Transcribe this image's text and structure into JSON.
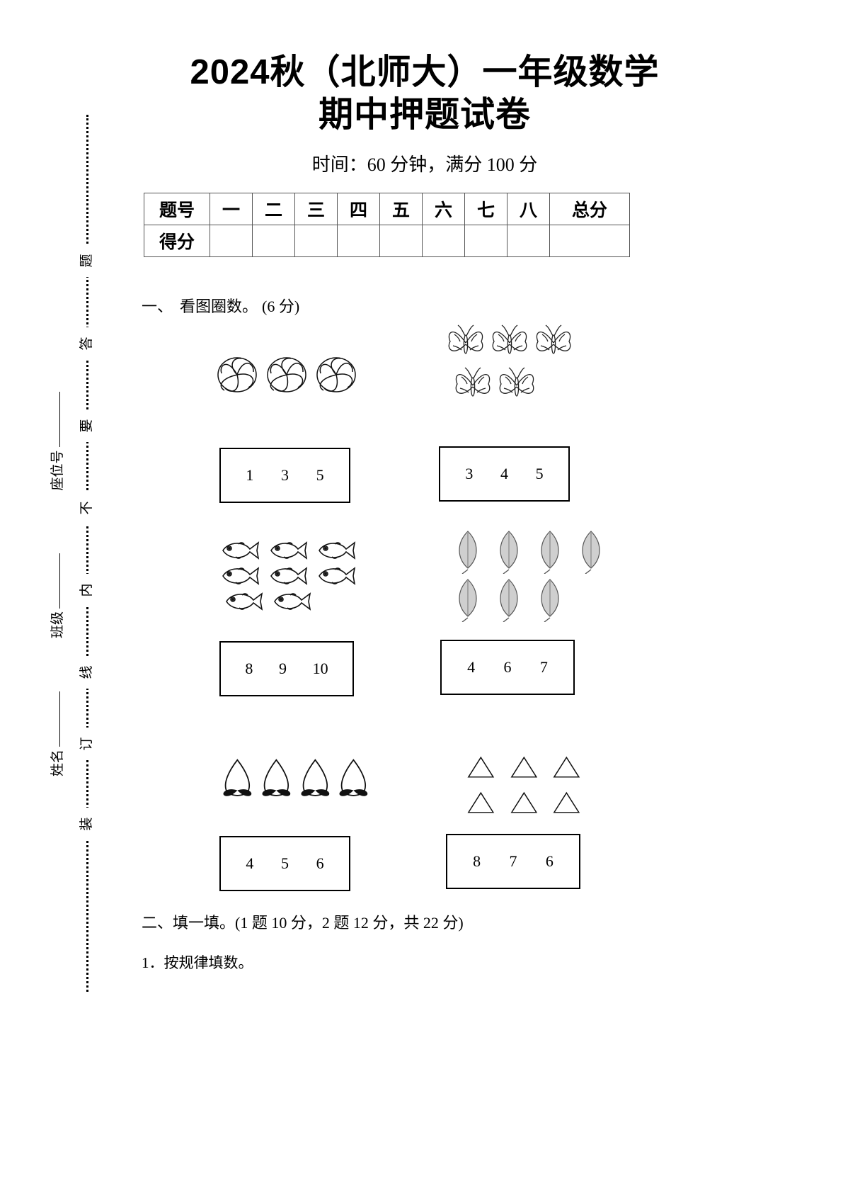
{
  "header": {
    "title_line1": "2024秋（北师大）一年级数学",
    "title_line2": "期中押题试卷",
    "subtitle": "时间：60 分钟，满分 100 分"
  },
  "seal_strip": {
    "vertical_chars": [
      "题",
      "答",
      "要",
      "不",
      "内",
      "线",
      "订",
      "装"
    ],
    "fields": [
      {
        "label": "座位号",
        "value": ""
      },
      {
        "label": "班级",
        "value": ""
      },
      {
        "label": "姓名",
        "value": ""
      }
    ]
  },
  "score_table": {
    "row_headers": [
      "题号",
      "得分"
    ],
    "columns": [
      "一",
      "二",
      "三",
      "四",
      "五",
      "六",
      "七",
      "八",
      "总分"
    ],
    "scores": [
      "",
      "",
      "",
      "",
      "",
      "",
      "",
      "",
      ""
    ]
  },
  "sections": [
    {
      "index": "一、",
      "title": "看图圈数。",
      "points": "(6 分)",
      "items": [
        {
          "icon": "flower-icon",
          "count": 3,
          "options": [
            "1",
            "3",
            "5"
          ]
        },
        {
          "icon": "butterfly-icon",
          "count": 5,
          "options": [
            "3",
            "4",
            "5"
          ]
        },
        {
          "icon": "fish-icon",
          "count": 8,
          "options": [
            "8",
            "9",
            "10"
          ]
        },
        {
          "icon": "leaf-icon",
          "count": 7,
          "options": [
            "4",
            "6",
            "7"
          ]
        },
        {
          "icon": "bud-icon",
          "count": 4,
          "options": [
            "4",
            "5",
            "6"
          ]
        },
        {
          "icon": "triangle-icon",
          "count": 6,
          "options": [
            "8",
            "7",
            "6"
          ]
        }
      ]
    },
    {
      "index": "二、",
      "title": "填一填。",
      "points": "(1 题 10 分，2 题 12 分，共 22 分)",
      "subitems": [
        {
          "number": "1．",
          "text": "按规律填数。"
        }
      ]
    }
  ]
}
